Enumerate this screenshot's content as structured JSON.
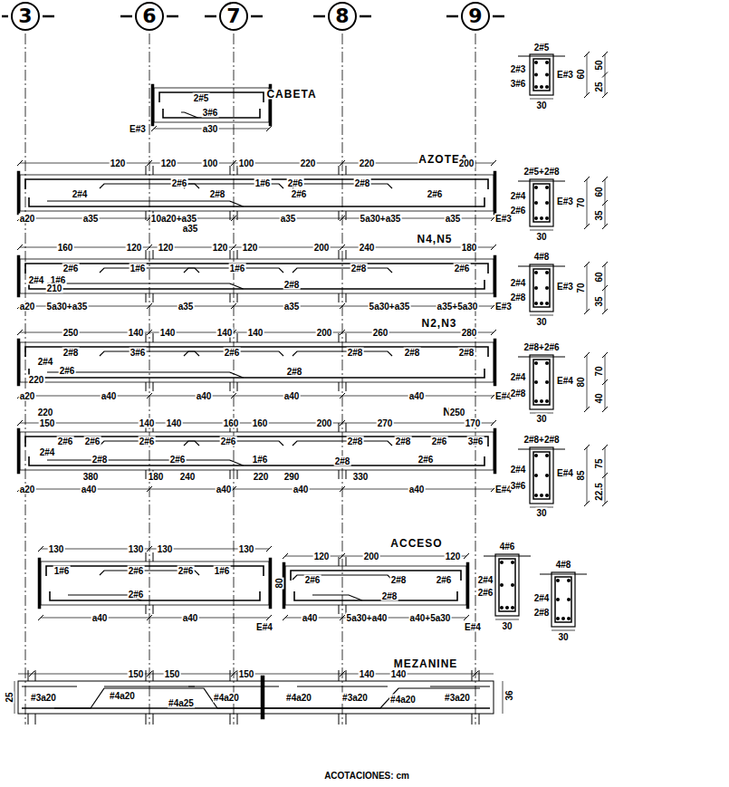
{
  "diagram": {
    "nodes": [
      {
        "text": [
          "3"
        ]
      },
      {
        "text": [
          "6"
        ]
      },
      {
        "text": [
          "7"
        ]
      },
      {
        "text": [
          "8"
        ]
      },
      {
        "text": [
          "9"
        ]
      }
    ],
    "labels": [
      "CABETA",
      "2#5",
      "3#6",
      "E#3",
      "a30",
      "2#5",
      "2#3",
      "3#6",
      "E#3",
      "60",
      "50",
      "25",
      "30",
      "AZOTEA",
      "120",
      "120",
      "100",
      "100",
      "220",
      "220",
      "200",
      "2#4",
      "2#6",
      "1#6",
      "2#6",
      "2#8",
      "2#8",
      "2#6",
      "2#6",
      "a20",
      "a35",
      "10a20+a35",
      "a35",
      "a35",
      "5a30+a35",
      "a35",
      "E#3",
      "2#5+2#8",
      "2#4",
      "2#6",
      "E#3",
      "70",
      "60",
      "35",
      "30",
      "N4,N5",
      "160",
      "120",
      "120",
      "120",
      "120",
      "200",
      "240",
      "180",
      "2#6",
      "1#6",
      "1#6",
      "2#8",
      "2#6",
      "2#4",
      "1#6",
      "2#8",
      "210",
      "a20",
      "5a30+a35",
      "a35",
      "a35",
      "5a30+a35",
      "a35+5a30",
      "E#3",
      "4#8",
      "2#4",
      "2#8",
      "E#3",
      "70",
      "60",
      "35",
      "30",
      "N2,N3",
      "250",
      "140",
      "140",
      "140",
      "140",
      "200",
      "260",
      "280",
      "2#8",
      "3#6",
      "2#6",
      "2#8",
      "2#8",
      "2#8",
      "2#4",
      "2#6",
      "2#8",
      "220",
      "a20",
      "a40",
      "a40",
      "a40",
      "a40",
      "E#4",
      "2#8+2#6",
      "2#4",
      "2#8",
      "E#4",
      "80",
      "70",
      "40",
      "30",
      "N1",
      "220",
      "150",
      "140",
      "140",
      "160",
      "160",
      "200",
      "270",
      "250",
      "170",
      "2#6",
      "2#6",
      "2#6",
      "2#6",
      "2#8",
      "2#8",
      "2#6",
      "3#6",
      "2#4",
      "2#8",
      "2#6",
      "1#6",
      "2#8",
      "2#6",
      "380",
      "180",
      "240",
      "220",
      "290",
      "330",
      "a20",
      "a40",
      "a40",
      "a40",
      "a40",
      "E#4",
      "2#8+2#8",
      "2#4",
      "3#6",
      "E#4",
      "85",
      "75",
      "22.5",
      "30",
      "130",
      "130",
      "130",
      "130",
      "1#6",
      "2#6",
      "2#6",
      "1#6",
      "2#6",
      "80",
      "a40",
      "a40",
      "E#4",
      "ACCESO",
      "120",
      "200",
      "120",
      "2#6",
      "2#8",
      "2#6",
      "2#8",
      "a40",
      "5a30+a40",
      "a40+5a30",
      "E#4",
      "4#6",
      "2#4",
      "2#6",
      "30",
      "4#8",
      "2#4",
      "2#8",
      "30",
      "MEZANINE",
      "150",
      "150",
      "150",
      "140",
      "140",
      "#3a20",
      "#4a20",
      "#4a25",
      "#4a20",
      "#4a20",
      "#3a20",
      "#4a20",
      "#3a20",
      "25",
      "36",
      "ACOTACIONES: cm"
    ]
  }
}
